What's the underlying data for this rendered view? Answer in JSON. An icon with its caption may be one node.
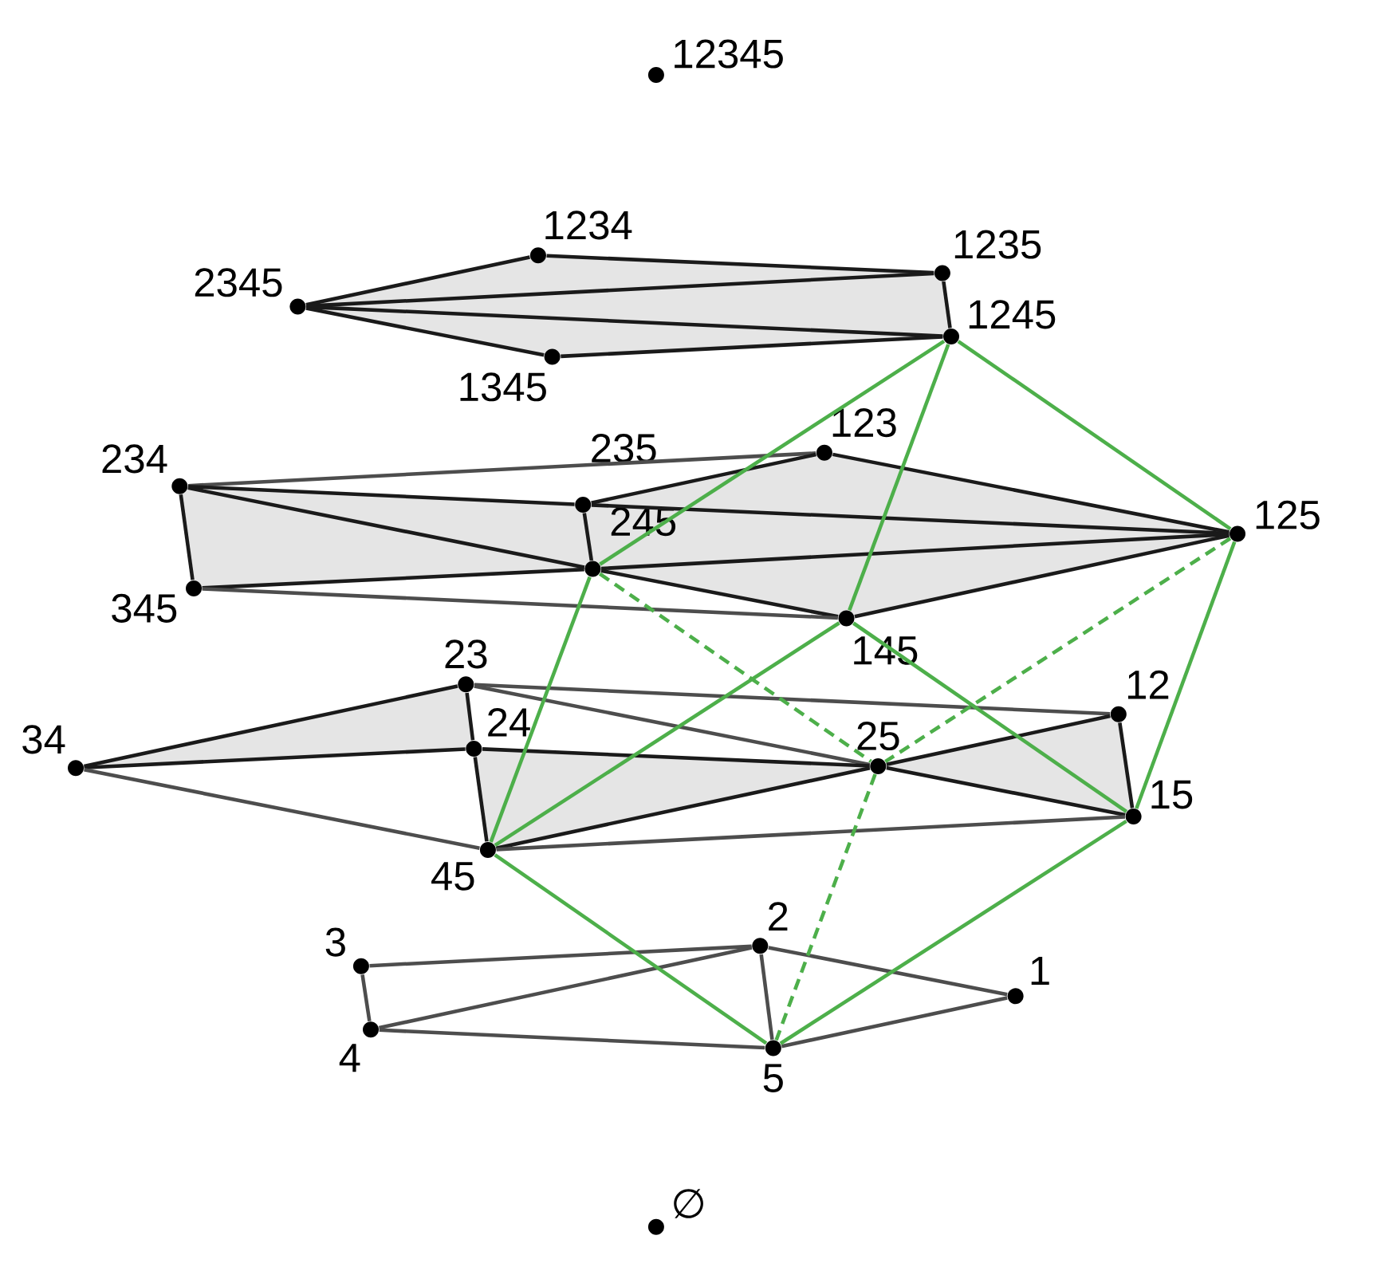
{
  "diagram": {
    "nodes": [
      {
        "text": [
          "12345"
        ]
      },
      {
        "text": [
          "1234"
        ]
      },
      {
        "text": [
          "1235"
        ]
      },
      {
        "text": [
          "2345"
        ]
      },
      {
        "text": [
          "1245"
        ]
      },
      {
        "text": [
          "1345"
        ]
      },
      {
        "text": [
          "123"
        ]
      },
      {
        "text": [
          "234"
        ]
      },
      {
        "text": [
          "235"
        ]
      },
      {
        "text": [
          "125"
        ]
      },
      {
        "text": [
          "245"
        ]
      },
      {
        "text": [
          "345"
        ]
      },
      {
        "text": [
          "145"
        ]
      },
      {
        "text": [
          "23"
        ]
      },
      {
        "text": [
          "12"
        ]
      },
      {
        "text": [
          "24"
        ]
      },
      {
        "text": [
          "25"
        ]
      },
      {
        "text": [
          "34"
        ]
      },
      {
        "text": [
          "15"
        ]
      },
      {
        "text": [
          "45"
        ]
      },
      {
        "text": [
          "2"
        ]
      },
      {
        "text": [
          "3"
        ]
      },
      {
        "text": [
          "1"
        ]
      },
      {
        "text": [
          "4"
        ]
      },
      {
        "text": [
          "5"
        ]
      },
      {
        "text": [
          "∅"
        ]
      }
    ],
    "edges": [
      {
        "from": 3,
        "to": 1,
        "arrow": "none"
      },
      {
        "from": 1,
        "to": 2,
        "arrow": "none"
      },
      {
        "from": 3,
        "to": 2,
        "arrow": "none"
      },
      {
        "from": 2,
        "to": 4,
        "arrow": "none"
      },
      {
        "from": 3,
        "to": 4,
        "arrow": "none"
      },
      {
        "from": 3,
        "to": 5,
        "arrow": "none"
      },
      {
        "from": 5,
        "to": 4,
        "arrow": "none"
      },
      {
        "from": 7,
        "to": 6,
        "arrow": "none",
        "color": "#4d4d4d"
      },
      {
        "from": 6,
        "to": 9,
        "arrow": "none"
      },
      {
        "from": 8,
        "to": 6,
        "arrow": "none"
      },
      {
        "from": 7,
        "to": 8,
        "arrow": "none"
      },
      {
        "from": 8,
        "to": 9,
        "arrow": "none"
      },
      {
        "from": 8,
        "to": 10,
        "arrow": "none"
      },
      {
        "from": 7,
        "to": 10,
        "arrow": "none"
      },
      {
        "from": 7,
        "to": 11,
        "arrow": "none"
      },
      {
        "from": 11,
        "to": 10,
        "arrow": "none"
      },
      {
        "from": 10,
        "to": 9,
        "arrow": "none"
      },
      {
        "from": 10,
        "to": 12,
        "arrow": "none"
      },
      {
        "from": 12,
        "to": 9,
        "arrow": "none"
      },
      {
        "from": 11,
        "to": 12,
        "arrow": "none",
        "color": "#4d4d4d"
      },
      {
        "from": 17,
        "to": 13,
        "arrow": "none"
      },
      {
        "from": 13,
        "to": 15,
        "arrow": "none"
      },
      {
        "from": 17,
        "to": 15,
        "arrow": "none"
      },
      {
        "from": 13,
        "to": 14,
        "arrow": "none",
        "color": "#4d4d4d"
      },
      {
        "from": 13,
        "to": 16,
        "arrow": "none",
        "color": "#4d4d4d"
      },
      {
        "from": 15,
        "to": 16,
        "arrow": "none"
      },
      {
        "from": 15,
        "to": 19,
        "arrow": "none"
      },
      {
        "from": 17,
        "to": 19,
        "arrow": "none",
        "color": "#4d4d4d"
      },
      {
        "from": 19,
        "to": 16,
        "arrow": "none"
      },
      {
        "from": 16,
        "to": 14,
        "arrow": "none"
      },
      {
        "from": 14,
        "to": 18,
        "arrow": "none"
      },
      {
        "from": 16,
        "to": 18,
        "arrow": "none"
      },
      {
        "from": 19,
        "to": 18,
        "arrow": "none",
        "color": "#4d4d4d"
      },
      {
        "from": 21,
        "to": 20,
        "arrow": "none",
        "color": "#4d4d4d"
      },
      {
        "from": 21,
        "to": 23,
        "arrow": "none",
        "color": "#4d4d4d"
      },
      {
        "from": 23,
        "to": 20,
        "arrow": "none",
        "color": "#4d4d4d"
      },
      {
        "from": 20,
        "to": 22,
        "arrow": "none",
        "color": "#4d4d4d"
      },
      {
        "from": 20,
        "to": 24,
        "arrow": "none",
        "color": "#4d4d4d"
      },
      {
        "from": 23,
        "to": 24,
        "arrow": "none",
        "color": "#4d4d4d"
      },
      {
        "from": 24,
        "to": 22,
        "arrow": "none",
        "color": "#4d4d4d"
      },
      {
        "from": 4,
        "to": 10,
        "arrow": "none",
        "color": "#4daf4a"
      },
      {
        "from": 4,
        "to": 12,
        "arrow": "none",
        "color": "#4daf4a"
      },
      {
        "from": 4,
        "to": 9,
        "arrow": "none",
        "color": "#4daf4a"
      },
      {
        "from": 10,
        "to": 19,
        "arrow": "none",
        "color": "#4daf4a"
      },
      {
        "from": 10,
        "to": 16,
        "arrow": "none",
        "style": "dashed",
        "color": "#4daf4a"
      },
      {
        "from": 12,
        "to": 19,
        "arrow": "none",
        "color": "#4daf4a"
      },
      {
        "from": 12,
        "to": 18,
        "arrow": "none",
        "color": "#4daf4a"
      },
      {
        "from": 9,
        "to": 16,
        "arrow": "none",
        "style": "dashed",
        "color": "#4daf4a"
      },
      {
        "from": 9,
        "to": 18,
        "arrow": "none",
        "color": "#4daf4a"
      },
      {
        "from": 19,
        "to": 24,
        "arrow": "none",
        "color": "#4daf4a"
      },
      {
        "from": 16,
        "to": 24,
        "arrow": "none",
        "style": "dashed",
        "color": "#4daf4a"
      },
      {
        "from": 18,
        "to": 24,
        "arrow": "none",
        "color": "#4daf4a"
      }
    ]
  }
}
